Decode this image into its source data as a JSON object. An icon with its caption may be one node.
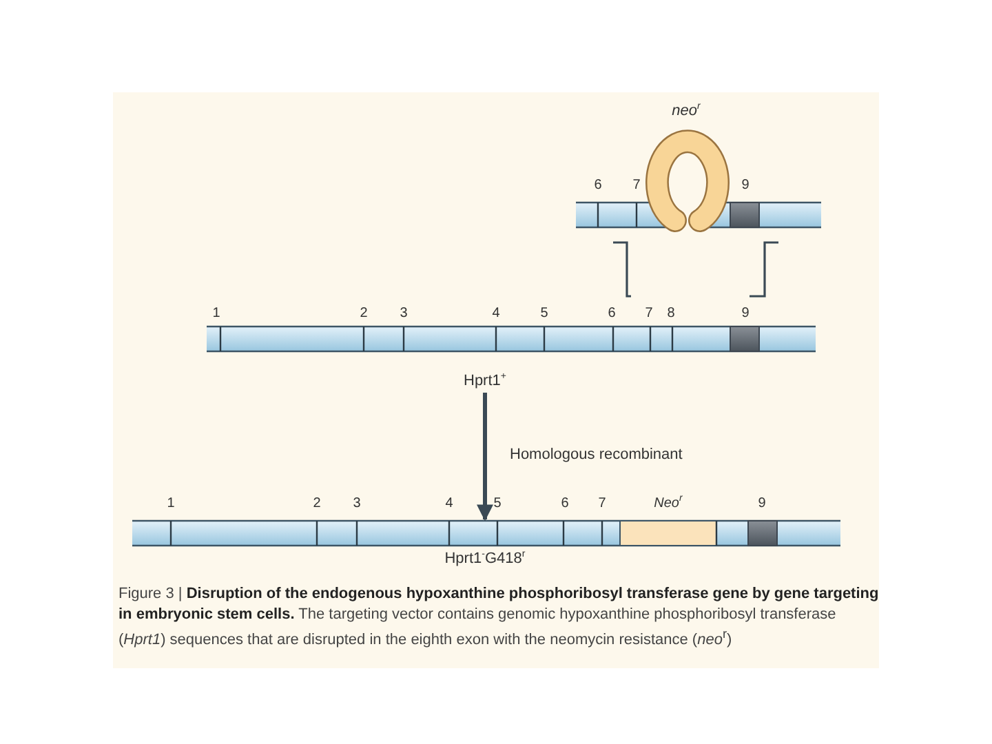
{
  "diagram": {
    "caption": "Figure 3 | **Disruption of the endogenous hypoxanthine phosphoribosyl transferase gene by gene targeting in embryonic stem cells.** The targeting vector contains genomic hypoxanthine phosphoribosyl transferase (*Hprt1*) sequences that are disrupted in the eighth exon with the neomycin resistance (*neo*$^{r}$)",
    "nodes": [
      {
        "text": [],
        "shape": "bar",
        "beside": [
          "neo$^{r}$"
        ]
      },
      {
        "text": [],
        "shape": "bar",
        "beside": [
          "Hprt1$^{+}$"
        ]
      },
      {
        "text": [],
        "shape": "bar",
        "beside": [
          "Hprt1$^{-}$G418$^{r}$"
        ]
      }
    ],
    "edges": [
      {
        "from": 1,
        "to": 2,
        "arrow": "to",
        "label": "Homologous recombinant"
      }
    ],
    "labels": [
      "6",
      "7",
      "9",
      "1",
      "2",
      "3",
      "4",
      "5",
      "6",
      "7",
      "8",
      "9",
      "1",
      "2",
      "3",
      "4",
      "5",
      "6",
      "7",
      "Neo$^{r}$",
      "9"
    ]
  }
}
